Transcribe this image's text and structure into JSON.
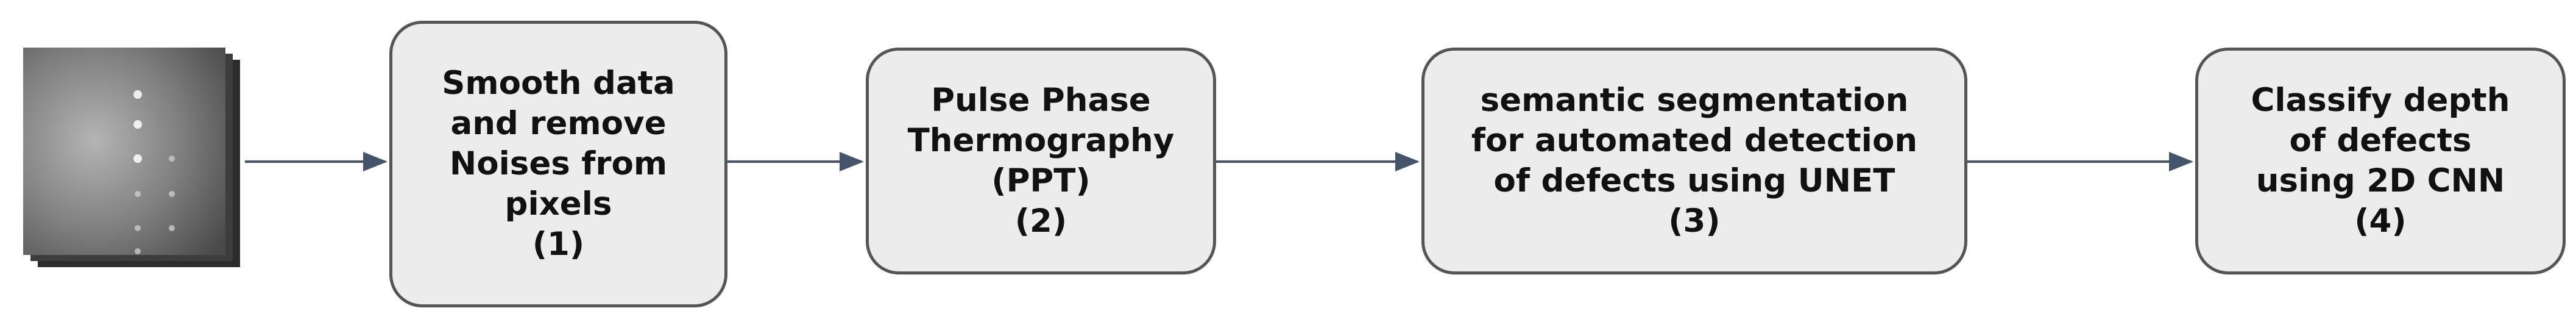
{
  "steps": [
    {
      "lines": [
        "Smooth data",
        "and remove",
        "Noises from",
        "pixels"
      ],
      "number": "(1)"
    },
    {
      "lines": [
        "Pulse Phase",
        "Thermography",
        "(PPT)"
      ],
      "number": "(2)"
    },
    {
      "lines": [
        "semantic segmentation",
        "for automated detection",
        "of defects using UNET"
      ],
      "number": "(3)"
    },
    {
      "lines": [
        "Classify depth",
        "of defects",
        "using 2D CNN"
      ],
      "number": "(4)"
    }
  ],
  "colors": {
    "box_fill": "#ececec",
    "box_border": "#555555",
    "arrow": "#44546a",
    "text": "#111111"
  },
  "input_image": {
    "icon": "thermal-image-stack-icon",
    "hot_spots": 9
  }
}
